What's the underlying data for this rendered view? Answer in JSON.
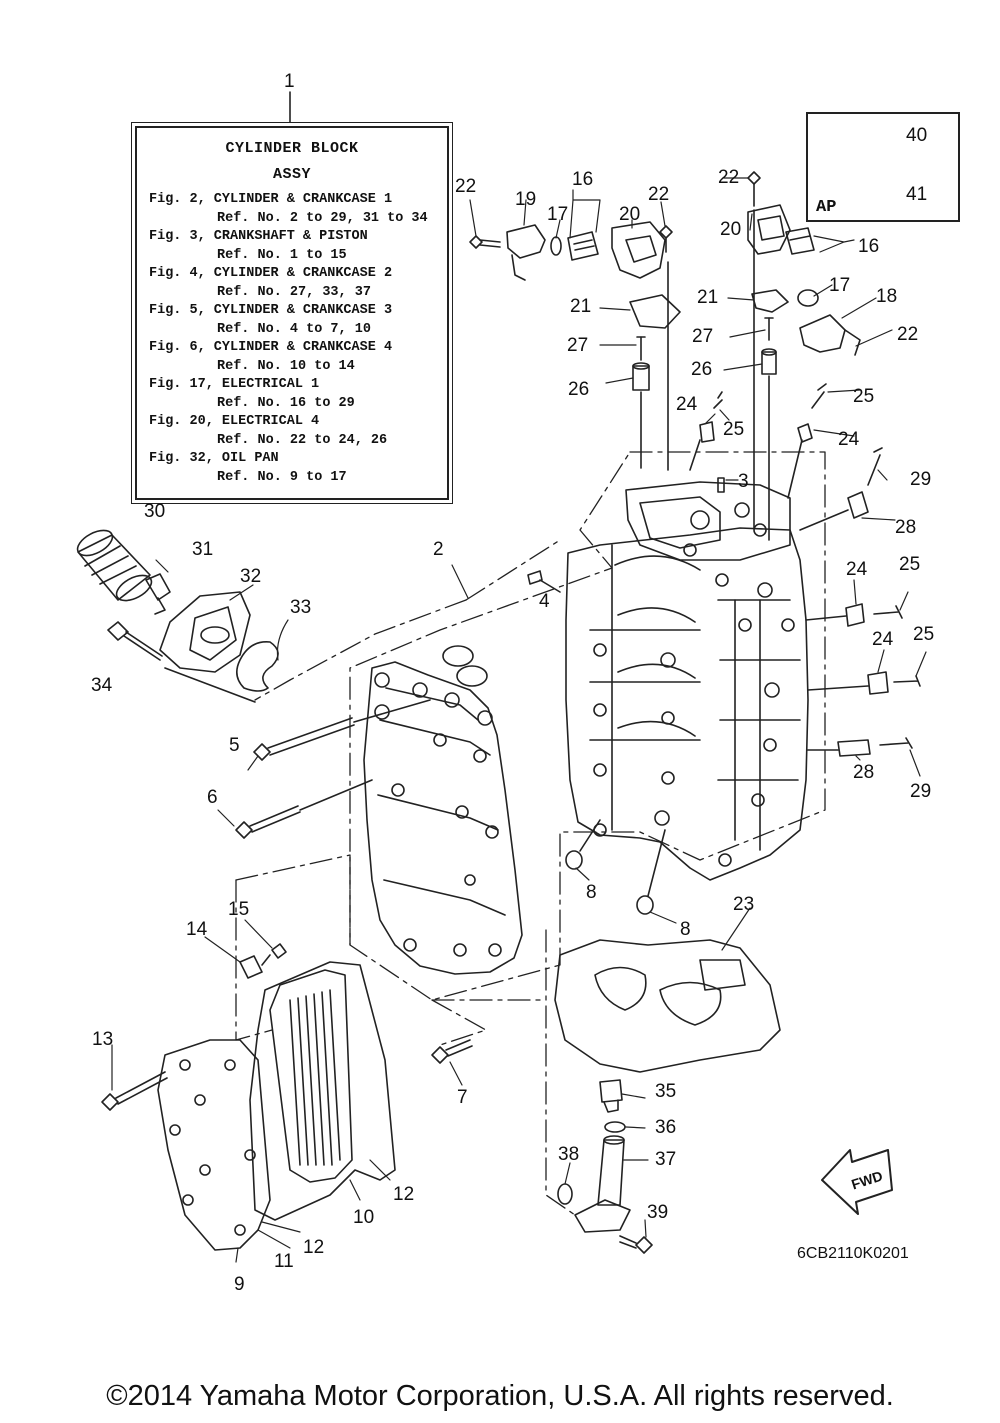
{
  "assembly_box": {
    "title": "CYLINDER BLOCK",
    "subtitle": "ASSY",
    "lines": [
      {
        "fig": "Fig. 2, CYLINDER & CRANKCASE 1",
        "ref": "Ref. No. 2 to 29, 31 to 34"
      },
      {
        "fig": "Fig. 3, CRANKSHAFT & PISTON",
        "ref": "Ref. No. 1 to 15"
      },
      {
        "fig": "Fig. 4, CYLINDER & CRANKCASE 2",
        "ref": "Ref. No. 27, 33, 37"
      },
      {
        "fig": "Fig. 5, CYLINDER & CRANKCASE 3",
        "ref": "Ref. No. 4 to 7, 10"
      },
      {
        "fig": "Fig. 6, CYLINDER & CRANKCASE 4",
        "ref": "Ref. No. 10 to 14"
      },
      {
        "fig": "Fig. 17, ELECTRICAL 1",
        "ref": "Ref. No. 16 to 29"
      },
      {
        "fig": "Fig. 20, ELECTRICAL 4",
        "ref": "Ref. No. 22 to 24, 26"
      },
      {
        "fig": "Fig. 32, OIL PAN",
        "ref": "Ref. No. 9 to 17"
      }
    ]
  },
  "ap_box": {
    "label": "AP"
  },
  "fwd_label": "FWD",
  "diagram_code": "6CB2110K0201",
  "copyright": "©2014 Yamaha Motor Corporation, U.S.A. All rights reserved.",
  "callouts": [
    {
      "n": "1"
    },
    {
      "n": "2"
    },
    {
      "n": "3"
    },
    {
      "n": "4"
    },
    {
      "n": "5"
    },
    {
      "n": "6"
    },
    {
      "n": "7"
    },
    {
      "n": "8"
    },
    {
      "n": "8"
    },
    {
      "n": "9"
    },
    {
      "n": "10"
    },
    {
      "n": "11"
    },
    {
      "n": "12"
    },
    {
      "n": "12"
    },
    {
      "n": "13"
    },
    {
      "n": "14"
    },
    {
      "n": "15"
    },
    {
      "n": "16"
    },
    {
      "n": "16"
    },
    {
      "n": "17"
    },
    {
      "n": "17"
    },
    {
      "n": "18"
    },
    {
      "n": "19"
    },
    {
      "n": "20"
    },
    {
      "n": "20"
    },
    {
      "n": "21"
    },
    {
      "n": "21"
    },
    {
      "n": "22"
    },
    {
      "n": "22"
    },
    {
      "n": "22"
    },
    {
      "n": "22"
    },
    {
      "n": "23"
    },
    {
      "n": "24"
    },
    {
      "n": "24"
    },
    {
      "n": "24"
    },
    {
      "n": "24"
    },
    {
      "n": "25"
    },
    {
      "n": "25"
    },
    {
      "n": "25"
    },
    {
      "n": "25"
    },
    {
      "n": "26"
    },
    {
      "n": "26"
    },
    {
      "n": "27"
    },
    {
      "n": "27"
    },
    {
      "n": "28"
    },
    {
      "n": "28"
    },
    {
      "n": "29"
    },
    {
      "n": "29"
    },
    {
      "n": "30"
    },
    {
      "n": "31"
    },
    {
      "n": "32"
    },
    {
      "n": "33"
    },
    {
      "n": "34"
    },
    {
      "n": "35"
    },
    {
      "n": "36"
    },
    {
      "n": "37"
    },
    {
      "n": "38"
    },
    {
      "n": "39"
    },
    {
      "n": "40"
    },
    {
      "n": "41"
    }
  ]
}
